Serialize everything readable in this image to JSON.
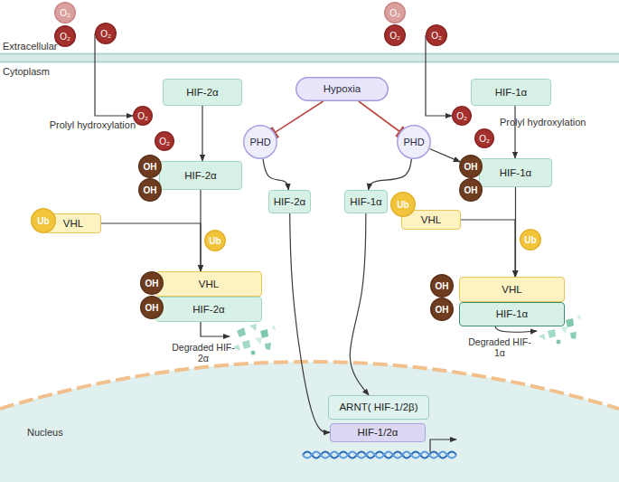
{
  "diagram": {
    "nodes": [
      {
        "text": [
          "O₂"
        ]
      },
      {
        "text": [
          "O₂"
        ]
      },
      {
        "text": [
          "O₂"
        ]
      },
      {
        "text": [
          "O₂"
        ]
      },
      {
        "text": [
          "O₂"
        ]
      },
      {
        "text": [
          "O₂"
        ]
      },
      {
        "text": [
          "HIF-2α"
        ]
      },
      {
        "text": [
          "Hypoxia"
        ]
      },
      {
        "text": [
          "HIF-1α"
        ]
      },
      {
        "text": [
          "O₂"
        ]
      },
      {
        "text": [
          "O₂"
        ]
      },
      {
        "text": [
          "O₂"
        ]
      },
      {
        "text": [
          "O₂"
        ]
      },
      {
        "text": [
          "PHD"
        ]
      },
      {
        "text": [
          "PHD"
        ]
      },
      {
        "text": [
          "OH"
        ]
      },
      {
        "text": [
          "HIF-2α"
        ]
      },
      {
        "text": [
          "OH"
        ]
      },
      {
        "text": [
          "HIF-1α"
        ]
      },
      {
        "text": [
          "OH"
        ]
      },
      {
        "text": [
          "OH"
        ]
      },
      {
        "text": [
          "HIF-2α"
        ]
      },
      {
        "text": [
          "HIF-1α"
        ]
      },
      {
        "text": [
          "Ub"
        ]
      },
      {
        "text": [
          "VHL"
        ]
      },
      {
        "text": [
          "Ub"
        ]
      },
      {
        "text": [
          "VHL"
        ]
      },
      {
        "text": [
          "Ub"
        ]
      },
      {
        "text": [
          "Ub"
        ]
      },
      {
        "text": [
          "OH"
        ]
      },
      {
        "text": [
          "VHL"
        ]
      },
      {
        "text": [
          "OH"
        ]
      },
      {
        "text": [
          "VHL"
        ]
      },
      {
        "text": [
          "OH"
        ]
      },
      {
        "text": [
          "HIF-2α"
        ]
      },
      {
        "text": [
          "OH"
        ]
      },
      {
        "text": [
          "HIF-1α"
        ]
      },
      {
        "text": [
          "ARNT( HIF-1/2β)"
        ]
      },
      {
        "text": [
          "HIF-1/2α"
        ]
      }
    ],
    "edges": [
      {
        "from": 2,
        "to": 9,
        "arrow": "to"
      },
      {
        "from": 5,
        "to": 10,
        "arrow": "to"
      },
      {
        "from": 6,
        "to": 16,
        "arrow": "to"
      },
      {
        "from": 8,
        "to": 18,
        "arrow": "to"
      },
      {
        "from": 7,
        "to": 13,
        "arrow": "to"
      },
      {
        "from": 7,
        "to": 14,
        "arrow": "to"
      },
      {
        "from": 13,
        "to": 21,
        "arrow": "to"
      },
      {
        "from": 14,
        "to": 22,
        "arrow": "to"
      },
      {
        "from": 14,
        "to": 17,
        "arrow": "to"
      },
      {
        "from": 24,
        "to": 30,
        "arrow": "to"
      },
      {
        "from": 16,
        "to": 30,
        "arrow": "to"
      },
      {
        "from": 26,
        "to": 32,
        "arrow": "to"
      },
      {
        "from": 18,
        "to": 32,
        "arrow": "to"
      },
      {
        "from": 21,
        "to": 38,
        "arrow": "to"
      },
      {
        "from": 22,
        "to": 37,
        "arrow": "to"
      }
    ],
    "labels": [
      "Extracellular",
      "Cytoplasm",
      "Prolyl hydroxylation",
      "Prolyl hydroxylation",
      "Degraded HIF-2α",
      "Degraded HIF-1α",
      "Nucleus"
    ]
  }
}
